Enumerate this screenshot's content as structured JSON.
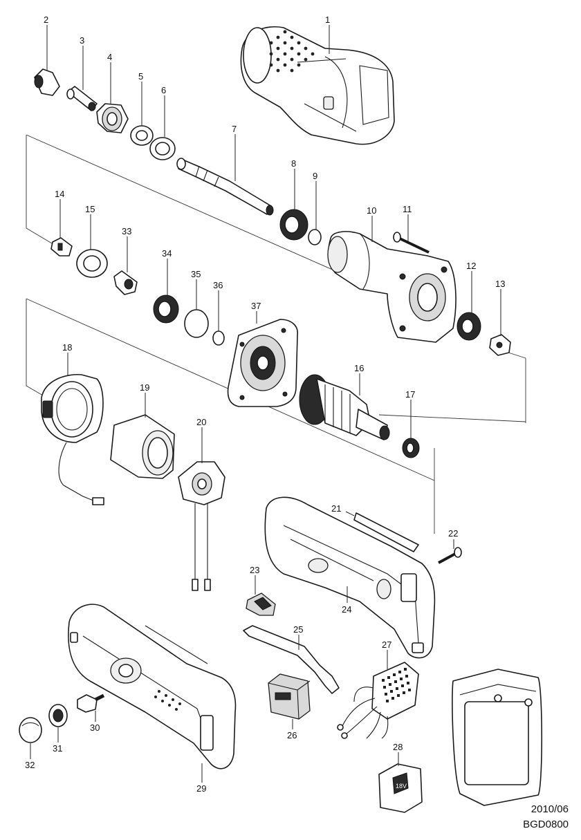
{
  "parts": [
    {
      "id": "part-1",
      "label": "1"
    },
    {
      "id": "part-2",
      "label": "2"
    },
    {
      "id": "part-3",
      "label": "3"
    },
    {
      "id": "part-4",
      "label": "4"
    },
    {
      "id": "part-5",
      "label": "5"
    },
    {
      "id": "part-6",
      "label": "6"
    },
    {
      "id": "part-7",
      "label": "7"
    },
    {
      "id": "part-8",
      "label": "8"
    },
    {
      "id": "part-9",
      "label": "9"
    },
    {
      "id": "part-10",
      "label": "10"
    },
    {
      "id": "part-11",
      "label": "11"
    },
    {
      "id": "part-12",
      "label": "12"
    },
    {
      "id": "part-13",
      "label": "13"
    },
    {
      "id": "part-14",
      "label": "14"
    },
    {
      "id": "part-15",
      "label": "15"
    },
    {
      "id": "part-16",
      "label": "16"
    },
    {
      "id": "part-17",
      "label": "17"
    },
    {
      "id": "part-18",
      "label": "18"
    },
    {
      "id": "part-19",
      "label": "19"
    },
    {
      "id": "part-20",
      "label": "20"
    },
    {
      "id": "part-21",
      "label": "21"
    },
    {
      "id": "part-22",
      "label": "22"
    },
    {
      "id": "part-23",
      "label": "23"
    },
    {
      "id": "part-24",
      "label": "24"
    },
    {
      "id": "part-25",
      "label": "25"
    },
    {
      "id": "part-26",
      "label": "26"
    },
    {
      "id": "part-27",
      "label": "27"
    },
    {
      "id": "part-28",
      "label": "28"
    },
    {
      "id": "part-29",
      "label": "29"
    },
    {
      "id": "part-30",
      "label": "30"
    },
    {
      "id": "part-31",
      "label": "31"
    },
    {
      "id": "part-32",
      "label": "32"
    },
    {
      "id": "part-33",
      "label": "33"
    },
    {
      "id": "part-34",
      "label": "34"
    },
    {
      "id": "part-35",
      "label": "35"
    },
    {
      "id": "part-36",
      "label": "36"
    },
    {
      "id": "part-37",
      "label": "37"
    }
  ],
  "battery_badge": "18V",
  "footer": {
    "date": "2010/06",
    "model_code": "BGD0800"
  }
}
